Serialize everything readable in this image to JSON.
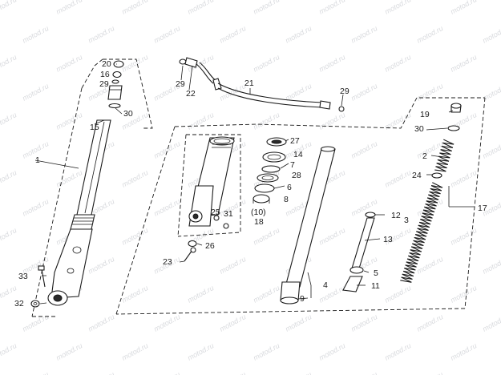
{
  "watermark": "motod.ru",
  "labels": {
    "l1": "1",
    "l2": "2",
    "l3": "3",
    "l4": "4",
    "l5": "5",
    "l6": "6",
    "l7": "7",
    "l8": "8",
    "l9": "9",
    "l10": "(10)",
    "l11": "11",
    "l12": "12",
    "l13": "13",
    "l14": "14",
    "l15": "15",
    "l16": "16",
    "l17": "17",
    "l18": "18",
    "l19": "19",
    "l20": "20",
    "l21": "21",
    "l22": "22",
    "l23": "23",
    "l24": "24",
    "l25": "25",
    "l26": "26",
    "l27": "27",
    "l28": "28",
    "l29a": "29",
    "l29b": "29",
    "l29c": "29",
    "l30a": "30",
    "l30b": "30",
    "l31": "31",
    "l32": "32",
    "l33": "33"
  }
}
